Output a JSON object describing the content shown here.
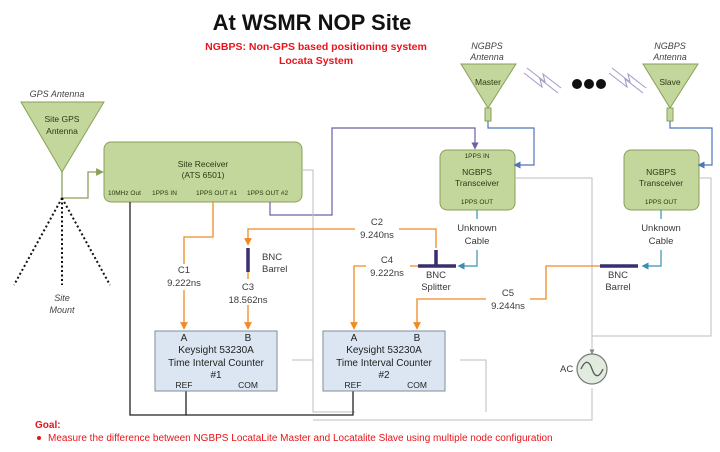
{
  "header": {
    "title": "At WSMR NOP Site",
    "subtitle_line1": "NGBPS: Non-GPS based positioning system",
    "subtitle_line2": "Locata System"
  },
  "gps_antenna": {
    "caption": "GPS Antenna",
    "label_line1": "Site GPS",
    "label_line2": "Antenna",
    "mount_line1": "Site",
    "mount_line2": "Mount"
  },
  "site_receiver": {
    "label_line1": "Site Receiver",
    "label_line2": "(ATS 6501)",
    "ports": [
      "10MHz Out",
      "1PPS IN",
      "1PPS OUT #1",
      "1PPS OUT #2"
    ]
  },
  "master_antenna": {
    "caption_line1": "NGBPS",
    "caption_line2": "Antenna",
    "label": "Master"
  },
  "slave_antenna": {
    "caption_line1": "NGBPS",
    "caption_line2": "Antenna",
    "label": "Slave"
  },
  "master_transceiver": {
    "port_in": "1PPS IN",
    "label_line1": "NGBPS",
    "label_line2": "Transceiver",
    "port_out": "1PPS OUT"
  },
  "slave_transceiver": {
    "label_line1": "NGBPS",
    "label_line2": "Transceiver",
    "port_out": "1PPS OUT"
  },
  "cables": {
    "unknown_master_line1": "Unknown",
    "unknown_master_line2": "Cable",
    "unknown_slave_line1": "Unknown",
    "unknown_slave_line2": "Cable",
    "c1_name": "C1",
    "c1_delay": "9.222ns",
    "c2_name": "C2",
    "c2_delay": "9.240ns",
    "c3_name": "C3",
    "c3_delay": "18.562ns",
    "c4_name": "C4",
    "c4_delay": "9.222ns",
    "c5_name": "C5",
    "c5_delay": "9.244ns"
  },
  "connectors": {
    "barrel1_line1": "BNC",
    "barrel1_line2": "Barrel",
    "splitter_line1": "BNC",
    "splitter_line2": "Splitter",
    "barrel2_line1": "BNC",
    "barrel2_line2": "Barrel"
  },
  "counter1": {
    "port_a": "A",
    "port_b": "B",
    "label_line1": "Keysight 53230A",
    "label_line2": "Time Interval Counter",
    "label_line3": "#1",
    "port_ref": "REF",
    "port_com": "COM"
  },
  "counter2": {
    "port_a": "A",
    "port_b": "B",
    "label_line1": "Keysight 53230A",
    "label_line2": "Time Interval Counter",
    "label_line3": "#2",
    "port_ref": "REF",
    "port_com": "COM"
  },
  "power": {
    "label": "AC"
  },
  "goal": {
    "heading": "Goal:",
    "bullet": "Measure the difference between NGBPS LocataLite Master and Locatalite Slave using multiple node configuration"
  },
  "colors": {
    "green_fill": "#c3d69b",
    "green_stroke": "#8aa05a",
    "orange_line": "#f08a24",
    "purple_line": "#6c5fa8",
    "teal_line": "#3a8fb0",
    "blue_line": "#4f76b8",
    "gray_line": "#bdbdbd",
    "counter_fill": "#dce6f2",
    "red_text": "#e8141b"
  }
}
